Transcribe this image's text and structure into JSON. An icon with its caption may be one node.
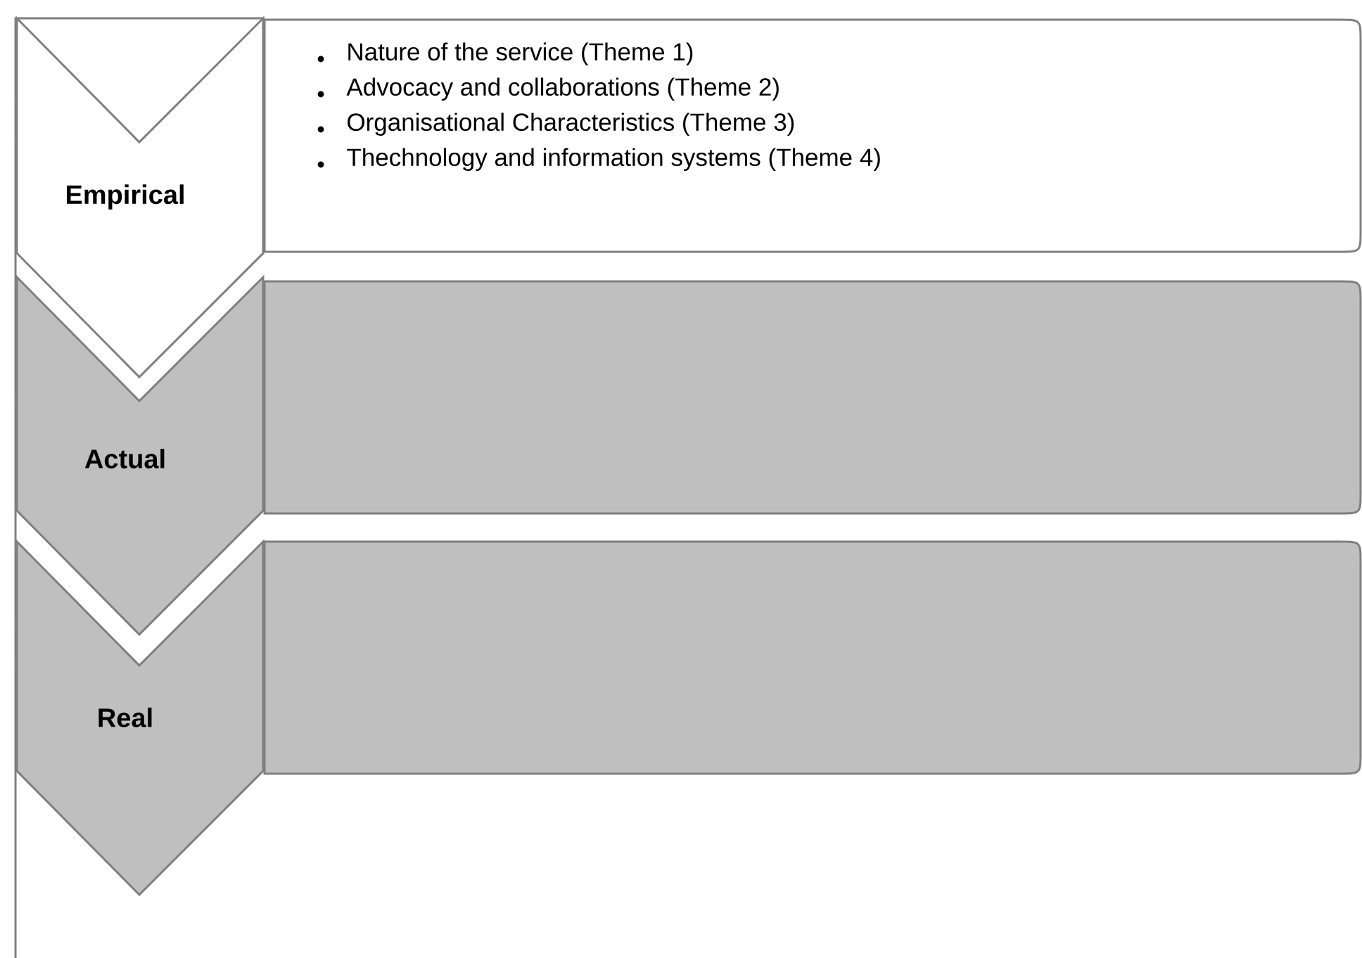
{
  "diagram": {
    "nodes": [
      {
        "text": [
          "Empirical"
        ]
      },
      {
        "text": [
          "Actual"
        ]
      },
      {
        "text": [
          "Real"
        ]
      },
      {
        "text": [
          "Nature of the service (Theme 1)",
          "Advocacy and collaborations (Theme 2)",
          "Organisational Characteristics (Theme 3)",
          "Thechnology and information systems (Theme 4)"
        ]
      },
      {
        "text": [],
        "shape": "box"
      },
      {
        "text": [],
        "shape": "box"
      }
    ]
  }
}
